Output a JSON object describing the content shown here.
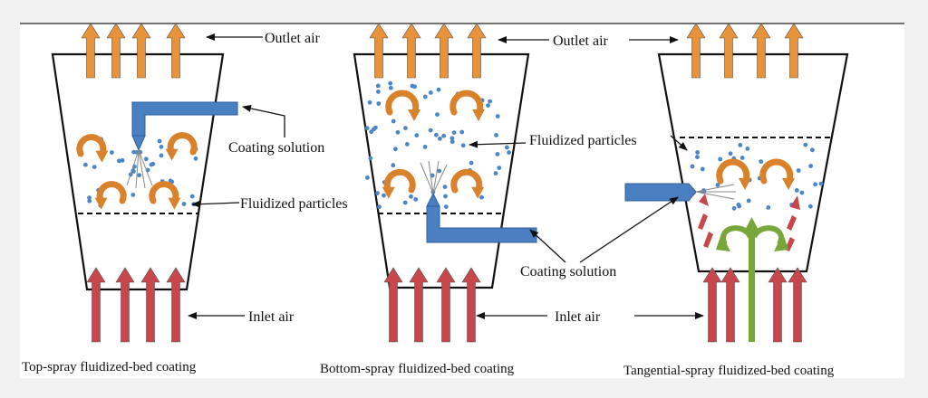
{
  "labels": {
    "outlet_air": "Outlet air",
    "inlet_air": "Inlet air",
    "coating_solution": "Coating solution",
    "fluidized_particles": "Fluidized particles"
  },
  "captions": {
    "top_spray": "Top-spray fluidized-bed coating",
    "bottom_spray": "Bottom-spray fluidized-bed coating",
    "tangential_spray": "Tangential-spray fluidized-bed coating"
  },
  "colors": {
    "outlet_arrow": "#e8923a",
    "inlet_arrow": "#c8474a",
    "circulation_arrow": "#d9822b",
    "green_arrow": "#78a63a",
    "nozzle": "#4a7fc1",
    "particle": "#4a86c8"
  }
}
